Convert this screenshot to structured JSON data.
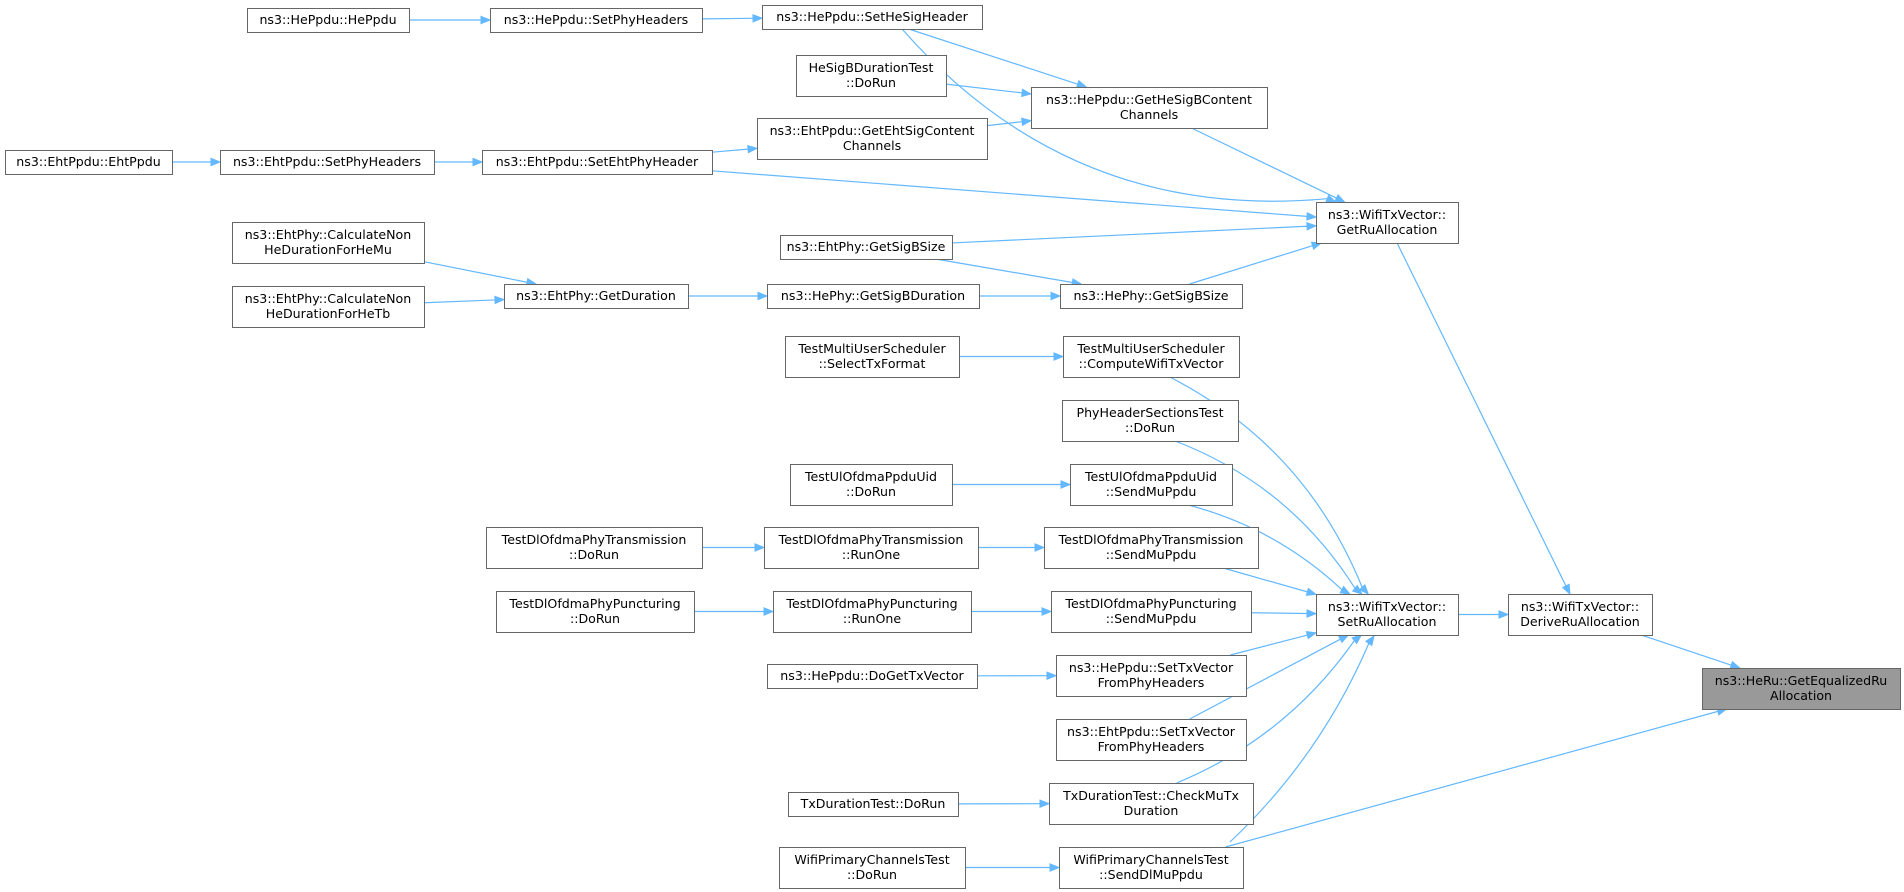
{
  "graph": {
    "title": "",
    "colors": {
      "edge": "#63b8ff",
      "node_border": "#666666",
      "root_fill": "#999999",
      "node_fill": "#ffffff"
    },
    "nodes": [
      {
        "id": "getequalized",
        "lines": [
          "ns3::HeRu::GetEqualizedRu",
          "Allocation"
        ],
        "root": true
      },
      {
        "id": "deriveru",
        "lines": [
          "ns3::WifiTxVector::",
          "DeriveRuAllocation"
        ]
      },
      {
        "id": "getru",
        "lines": [
          "ns3::WifiTxVector::",
          "GetRuAllocation"
        ]
      },
      {
        "id": "setru",
        "lines": [
          "ns3::WifiTxVector::",
          "SetRuAllocation"
        ]
      },
      {
        "id": "hesigheader",
        "lines": [
          "ns3::HePpdu::SetHeSigHeader"
        ]
      },
      {
        "id": "hephyheaders",
        "lines": [
          "ns3::HePpdu::SetPhyHeaders"
        ]
      },
      {
        "id": "heppdu",
        "lines": [
          "ns3::HePpdu::HePpdu"
        ]
      },
      {
        "id": "gethesigb",
        "lines": [
          "ns3::HePpdu::GetHeSigBContent",
          "Channels"
        ]
      },
      {
        "id": "hesigbtest",
        "lines": [
          "HeSigBDurationTest",
          "::DoRun"
        ]
      },
      {
        "id": "getehtsig",
        "lines": [
          "ns3::EhtPpdu::GetEhtSigContent",
          "Channels"
        ]
      },
      {
        "id": "setehtphy",
        "lines": [
          "ns3::EhtPpdu::SetEhtPhyHeader"
        ]
      },
      {
        "id": "ehtphyheaders",
        "lines": [
          "ns3::EhtPpdu::SetPhyHeaders"
        ]
      },
      {
        "id": "ehtppdu",
        "lines": [
          "ns3::EhtPpdu::EhtPpdu"
        ]
      },
      {
        "id": "ehtsigbsize",
        "lines": [
          "ns3::EhtPhy::GetSigBSize"
        ]
      },
      {
        "id": "hesigbsize",
        "lines": [
          "ns3::HePhy::GetSigBSize"
        ]
      },
      {
        "id": "hesigbdur",
        "lines": [
          "ns3::HePhy::GetSigBDuration"
        ]
      },
      {
        "id": "ehtgetdur",
        "lines": [
          "ns3::EhtPhy::GetDuration"
        ]
      },
      {
        "id": "calcmu",
        "lines": [
          "ns3::EhtPhy::CalculateNon",
          "HeDurationForHeMu"
        ]
      },
      {
        "id": "calctb",
        "lines": [
          "ns3::EhtPhy::CalculateNon",
          "HeDurationForHeTb"
        ]
      },
      {
        "id": "computewifi",
        "lines": [
          "TestMultiUserScheduler",
          "::ComputeWifiTxVector"
        ]
      },
      {
        "id": "selecttx",
        "lines": [
          "TestMultiUserScheduler",
          "::SelectTxFormat"
        ]
      },
      {
        "id": "phyheadersec",
        "lines": [
          "PhyHeaderSectionsTest",
          "::DoRun"
        ]
      },
      {
        "id": "ulsendmu",
        "lines": [
          "TestUlOfdmaPpduUid",
          "::SendMuPpdu"
        ]
      },
      {
        "id": "uldorun",
        "lines": [
          "TestUlOfdmaPpduUid",
          "::DoRun"
        ]
      },
      {
        "id": "dltxsend",
        "lines": [
          "TestDlOfdmaPhyTransmission",
          "::SendMuPpdu"
        ]
      },
      {
        "id": "dltxrun",
        "lines": [
          "TestDlOfdmaPhyTransmission",
          "::RunOne"
        ]
      },
      {
        "id": "dltxdorun",
        "lines": [
          "TestDlOfdmaPhyTransmission",
          "::DoRun"
        ]
      },
      {
        "id": "dlpuncsend",
        "lines": [
          "TestDlOfdmaPhyPuncturing",
          "::SendMuPpdu"
        ]
      },
      {
        "id": "dlpuncrun",
        "lines": [
          "TestDlOfdmaPhyPuncturing",
          "::RunOne"
        ]
      },
      {
        "id": "dlpuncdorun",
        "lines": [
          "TestDlOfdmaPhyPuncturing",
          "::DoRun"
        ]
      },
      {
        "id": "hesettx",
        "lines": [
          "ns3::HePpdu::SetTxVector",
          "FromPhyHeaders"
        ]
      },
      {
        "id": "hedoget",
        "lines": [
          "ns3::HePpdu::DoGetTxVector"
        ]
      },
      {
        "id": "ehtsettx",
        "lines": [
          "ns3::EhtPpdu::SetTxVector",
          "FromPhyHeaders"
        ]
      },
      {
        "id": "checkmu",
        "lines": [
          "TxDurationTest::CheckMuTx",
          "Duration"
        ]
      },
      {
        "id": "txdurrun",
        "lines": [
          "TxDurationTest::DoRun"
        ]
      },
      {
        "id": "primsend",
        "lines": [
          "WifiPrimaryChannelsTest",
          "::SendDlMuPpdu"
        ]
      },
      {
        "id": "primrun",
        "lines": [
          "WifiPrimaryChannelsTest",
          "::DoRun"
        ]
      }
    ],
    "edges": [
      [
        "deriveru",
        "getequalized"
      ],
      [
        "primsend",
        "getequalized"
      ],
      [
        "getru",
        "deriveru"
      ],
      [
        "setru",
        "deriveru"
      ],
      [
        "hesigheader",
        "getru"
      ],
      [
        "gethesigb",
        "getru"
      ],
      [
        "setehtphy",
        "getru"
      ],
      [
        "ehtsigbsize",
        "getru"
      ],
      [
        "hesigbsize",
        "getru"
      ],
      [
        "heppdu",
        "hephyheaders"
      ],
      [
        "hephyheaders",
        "hesigheader"
      ],
      [
        "hesigheader",
        "gethesigb"
      ],
      [
        "hesigbtest",
        "gethesigb"
      ],
      [
        "getehtsig",
        "gethesigb"
      ],
      [
        "setehtphy",
        "getehtsig"
      ],
      [
        "ehtppdu",
        "ehtphyheaders"
      ],
      [
        "ehtphyheaders",
        "setehtphy"
      ],
      [
        "ehtsigbsize",
        "hesigbsize"
      ],
      [
        "hesigbdur",
        "hesigbsize"
      ],
      [
        "ehtgetdur",
        "hesigbdur"
      ],
      [
        "calcmu",
        "ehtgetdur"
      ],
      [
        "calctb",
        "ehtgetdur"
      ],
      [
        "selecttx",
        "computewifi"
      ],
      [
        "uldorun",
        "ulsendmu"
      ],
      [
        "dltxdorun",
        "dltxrun"
      ],
      [
        "dltxrun",
        "dltxsend"
      ],
      [
        "dlpuncdorun",
        "dlpuncrun"
      ],
      [
        "dlpuncrun",
        "dlpuncsend"
      ],
      [
        "hedoget",
        "hesettx"
      ],
      [
        "txdurrun",
        "checkmu"
      ],
      [
        "primrun",
        "primsend"
      ],
      [
        "computewifi",
        "setru"
      ],
      [
        "phyheadersec",
        "setru"
      ],
      [
        "ulsendmu",
        "setru"
      ],
      [
        "dltxsend",
        "setru"
      ],
      [
        "dlpuncsend",
        "setru"
      ],
      [
        "hesettx",
        "setru"
      ],
      [
        "ehtsettx",
        "setru"
      ],
      [
        "checkmu",
        "setru"
      ],
      [
        "primsend",
        "setru"
      ]
    ]
  }
}
